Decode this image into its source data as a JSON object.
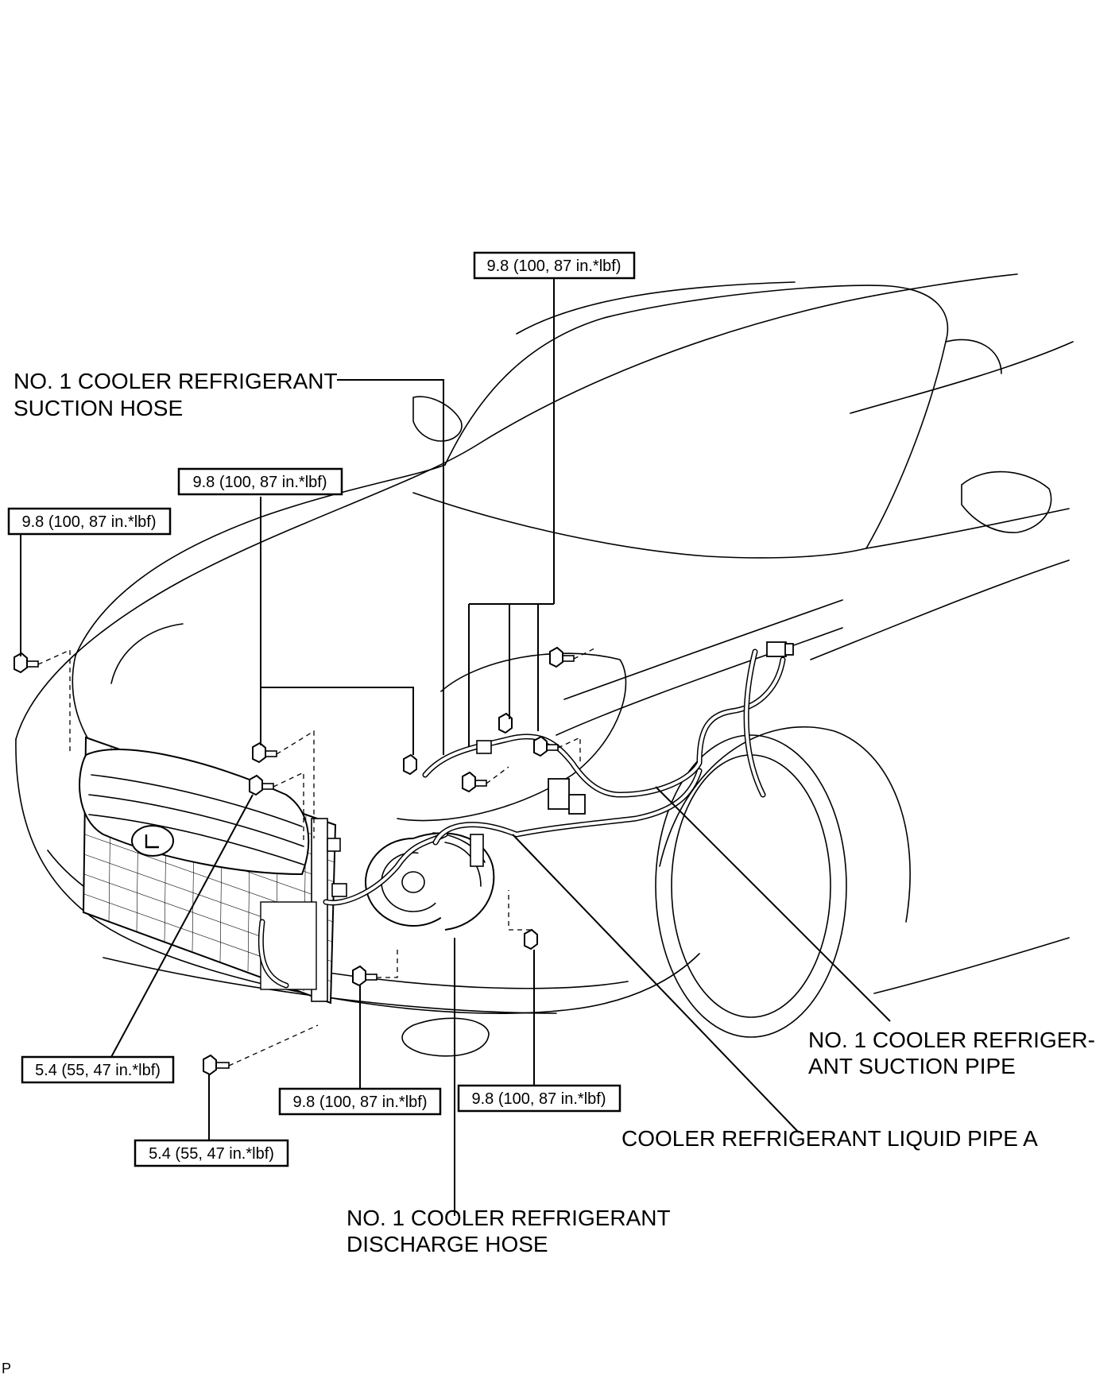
{
  "callouts": {
    "suction_hose": [
      "NO. 1 COOLER REFRIGERANT",
      "SUCTION HOSE"
    ],
    "suction_pipe": [
      "NO. 1 COOLER REFRIGER-",
      "ANT SUCTION PIPE"
    ],
    "liquid_pipe": [
      "COOLER REFRIGERANT LIQUID PIPE A"
    ],
    "discharge_hose": [
      "NO. 1 COOLER REFRIGERANT",
      "DISCHARGE HOSE"
    ]
  },
  "torque": {
    "top": "9.8 (100, 87 in.*lbf)",
    "left": "9.8 (100, 87 in.*lbf)",
    "mid_left": "9.8 (100, 87 in.*lbf)",
    "bottom_center": "9.8 (100, 87 in.*lbf)",
    "bottom_right": "9.8 (100, 87 in.*lbf)",
    "lower_left": "5.4 (55, 47 in.*lbf)",
    "bottom_left": "5.4 (55, 47 in.*lbf)"
  },
  "corner_mark": "P"
}
